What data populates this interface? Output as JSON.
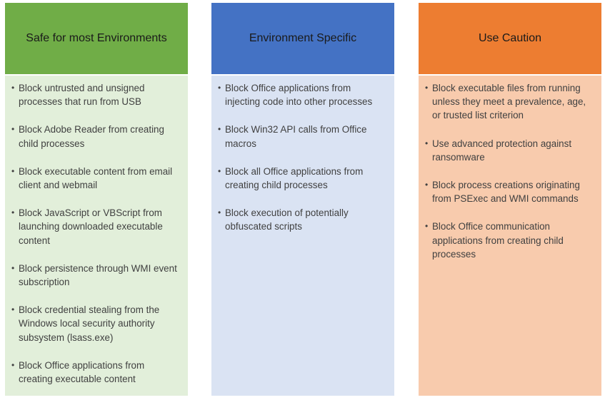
{
  "columns": [
    {
      "title": "Safe for most Environments",
      "header_color": "#70ad47",
      "body_color": "#e2efda",
      "items": [
        "Block untrusted and unsigned processes that run from USB",
        "Block Adobe Reader from creating child processes",
        "Block executable content from email client and webmail",
        "Block JavaScript or VBScript from launching downloaded executable content",
        "Block persistence through WMI event subscription",
        "Block credential stealing from the Windows local security authority subsystem (lsass.exe)",
        "Block Office applications from creating executable content"
      ]
    },
    {
      "title": "Environment Specific",
      "header_color": "#4472c4",
      "body_color": "#dae3f3",
      "items": [
        "Block Office applications from injecting code into other processes",
        "Block Win32 API calls from Office macros",
        "Block all Office applications from creating child processes",
        "Block execution of potentially obfuscated scripts"
      ]
    },
    {
      "title": "Use Caution",
      "header_color": "#ed7d31",
      "body_color": "#f8cbad",
      "items": [
        "Block executable files from running unless they meet a prevalence, age, or trusted list criterion",
        "Use advanced protection against ransomware",
        "Block process creations originating from PSExec and WMI commands",
        "Block Office communication applications from creating child processes"
      ]
    }
  ]
}
